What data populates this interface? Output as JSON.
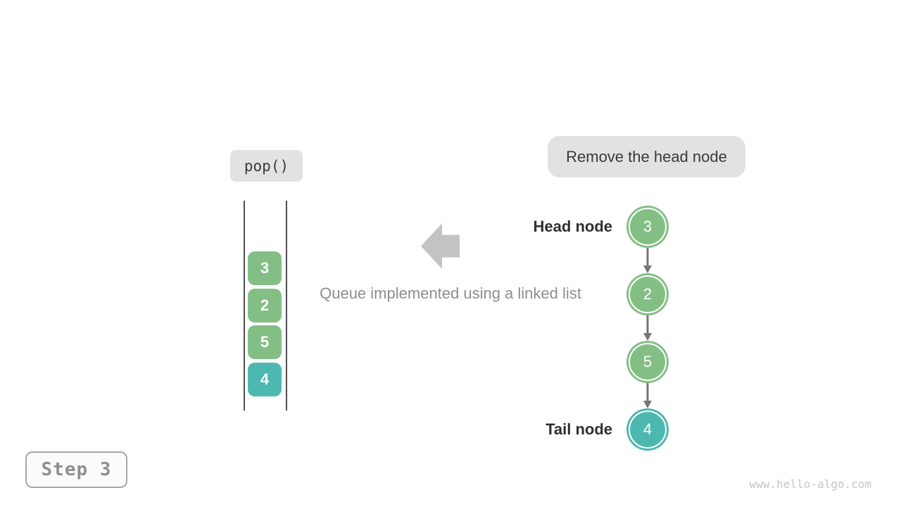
{
  "page": {
    "step_label": "Step 3",
    "watermark": "www.hello-algo.com",
    "background": "#ffffff"
  },
  "operation": {
    "label": "pop()"
  },
  "annotation": {
    "label": "Remove the head node"
  },
  "caption": {
    "text": "Queue implemented using a linked list"
  },
  "labels": {
    "head": "Head node",
    "tail": "Tail node"
  },
  "queue_stack": {
    "items": [
      {
        "value": "3",
        "color": "#83bf85"
      },
      {
        "value": "2",
        "color": "#83bf85"
      },
      {
        "value": "5",
        "color": "#83bf85"
      },
      {
        "value": "4",
        "color": "#4db8b0"
      }
    ]
  },
  "linked_list": {
    "nodes": [
      {
        "value": "3",
        "color": "#83bf85"
      },
      {
        "value": "2",
        "color": "#83bf85"
      },
      {
        "value": "5",
        "color": "#83bf85"
      },
      {
        "value": "4",
        "color": "#4db8b0"
      }
    ]
  },
  "colors": {
    "chip_background": "#e2e2e2",
    "chip_text": "#3a3a3a",
    "queue_wall": "#4f4f4f",
    "block_arrow": "#c3c3c3",
    "connector": "#757575",
    "caption_text": "#8e8e8e",
    "node_label_text": "#2f2f2f",
    "step_border": "#a6a6a6",
    "step_text": "#8f8f8f",
    "watermark_text": "#c6c6c6",
    "green": "#83bf85",
    "teal": "#4db8b0"
  }
}
